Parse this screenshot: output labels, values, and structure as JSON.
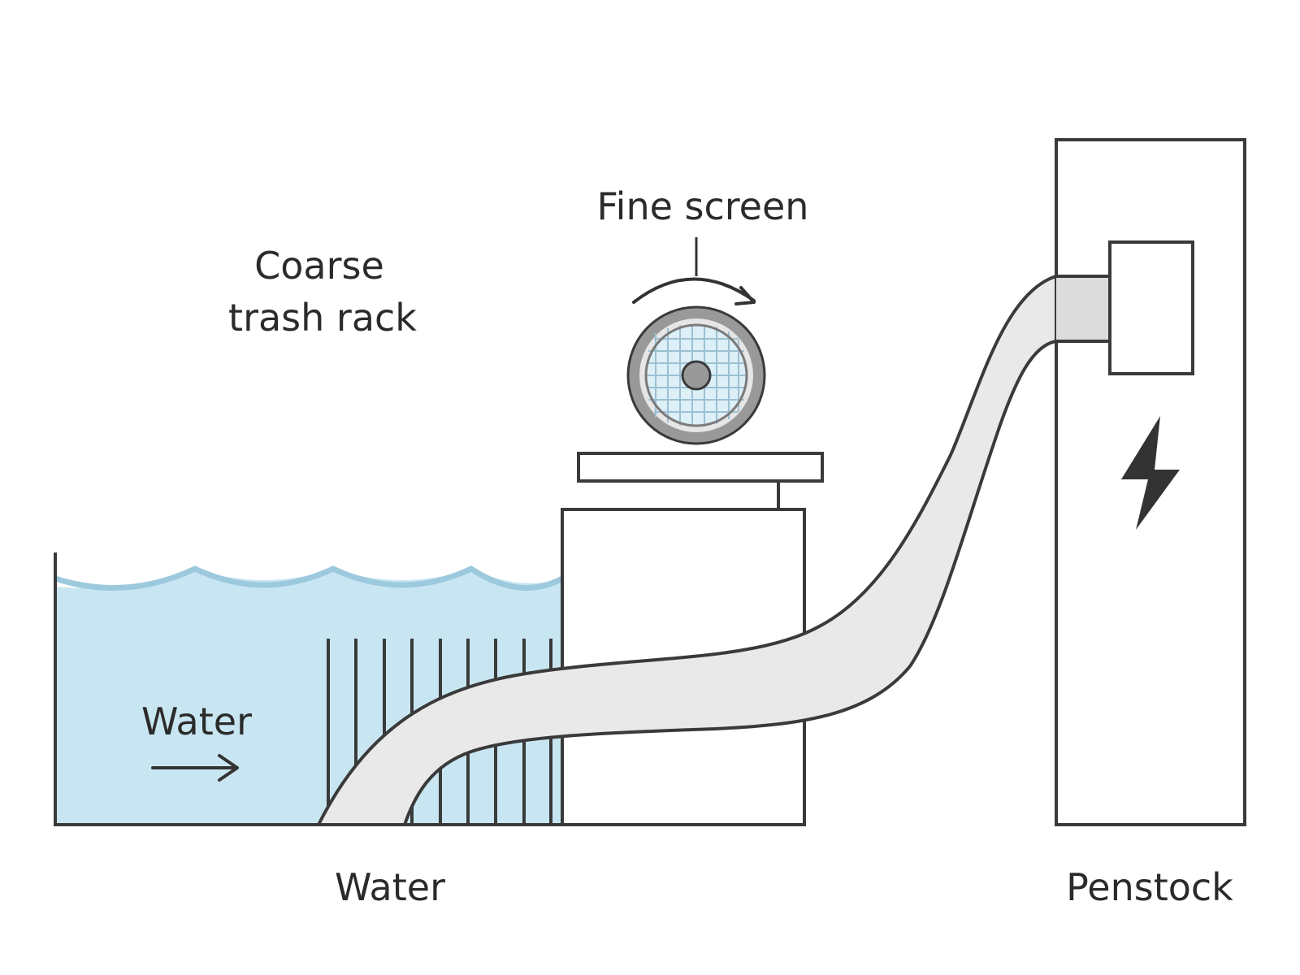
{
  "labels": {
    "fine_screen": "Fine screen",
    "coarse_line1": "Coarse",
    "coarse_line2": "trash rack",
    "water_flow": "Water",
    "water_bottom": "Water",
    "penstock": "Penstock"
  },
  "icons": [
    "lightning-bolt-icon",
    "rotation-arrow-icon",
    "flow-arrow-icon"
  ],
  "colors": {
    "water": "#c8e6f2",
    "water_surface": "#9cc9dd",
    "structure": "#ebebeb",
    "pipe": "#e9e9e9",
    "outline": "#3a3a3a"
  }
}
